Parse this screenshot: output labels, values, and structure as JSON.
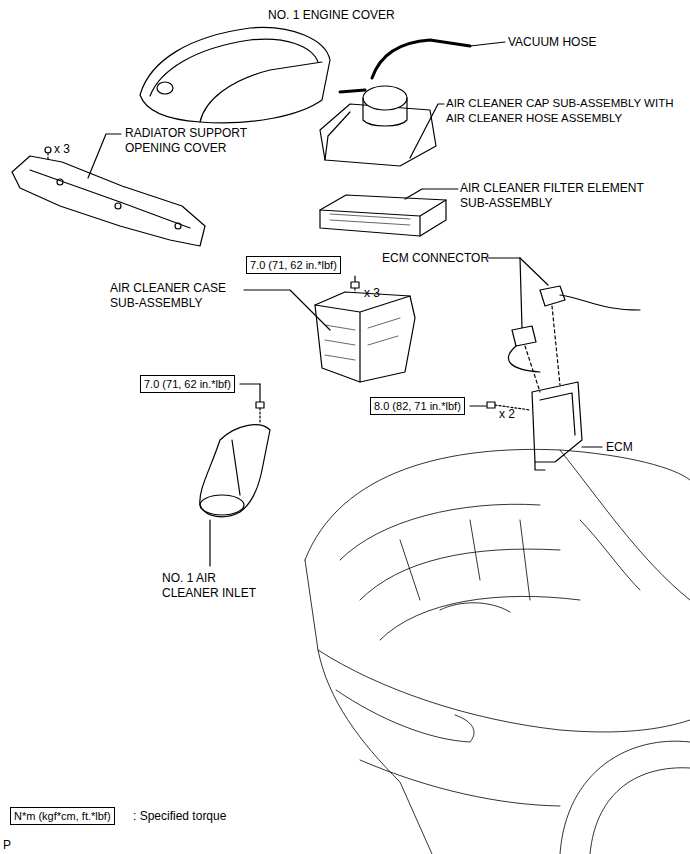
{
  "diagram": {
    "nodes": [
      {
        "text": [
          "7.0 (71, 62 in.*lbf)"
        ]
      },
      {
        "text": [
          "7.0 (71, 62 in.*lbf)"
        ]
      },
      {
        "text": [
          "8.0 (82, 71 in.*lbf)"
        ]
      },
      {
        "text": [
          "N*m (kgf*cm, ft.*lbf)"
        ]
      }
    ],
    "labels": [
      "NO. 1 ENGINE COVER",
      "VACUUM HOSE",
      "x 3",
      "RADIATOR SUPPORT OPENING COVER",
      "AIR CLEANER CAP SUB-ASSEMBLY WITH AIR CLEANER HOSE ASSEMBLY",
      "AIR CLEANER FILTER ELEMENT SUB-ASSEMBLY",
      "ECM CONNECTOR",
      "x 3",
      "AIR CLEANER CASE SUB-ASSEMBLY",
      "x 2",
      "ECM",
      "NO. 1 AIR CLEANER INLET",
      ": Specified torque",
      "P"
    ]
  }
}
